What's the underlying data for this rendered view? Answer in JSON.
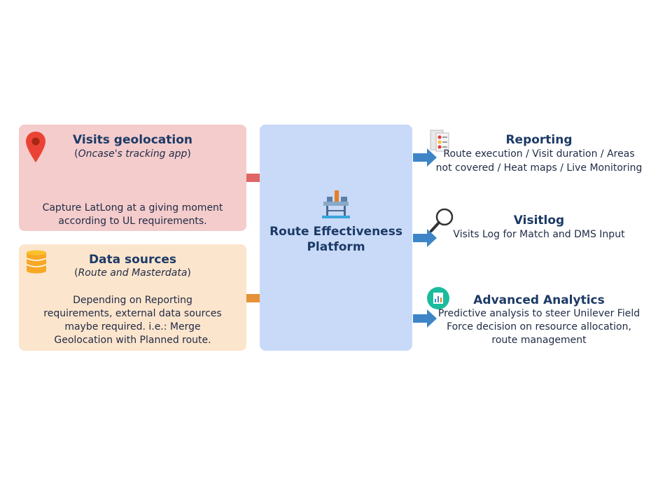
{
  "visits": {
    "title": "Visits geolocation",
    "subtitle_open": "(",
    "subtitle_text": "Oncase's tracking app",
    "subtitle_close": ")",
    "description_lines": [
      "Capture LatLong at a giving moment",
      "according to UL requirements."
    ]
  },
  "data_sources": {
    "title": "Data sources",
    "subtitle_open": "(",
    "subtitle_text": "Route and Masterdata",
    "subtitle_close": ")",
    "description_lines": [
      "Depending on Reporting",
      "requirements, external data sources",
      "maybe required. i.e.: Merge",
      "Geolocation with Planned route."
    ]
  },
  "center": {
    "title_lines": [
      "Route Effectiveness",
      "Platform"
    ]
  },
  "outputs": [
    {
      "title": "Reporting",
      "description_lines": [
        "Route execution / Visit duration / Areas",
        "not covered / Heat maps / Live Monitoring"
      ]
    },
    {
      "title": "Visitlog",
      "description_lines": [
        "Visits Log for Match and DMS Input"
      ]
    },
    {
      "title": "Advanced Analytics",
      "description_lines": [
        "Predictive analysis to steer Unilever Field",
        "Force decision on resource allocation,",
        "route management"
      ]
    }
  ],
  "colors": {
    "visits_box": "#f4cccc",
    "data_box": "#fce5cd",
    "center_box": "#c9daf8",
    "visits_arrow": "#e06666",
    "data_arrow": "#e69138",
    "output_arrow": "#3d85c6",
    "title_text": "#1c3a66"
  },
  "icons": [
    "map-pin-icon",
    "database-icon",
    "oil-platform-icon",
    "report-icon",
    "magnifier-icon",
    "analytics-icon"
  ]
}
